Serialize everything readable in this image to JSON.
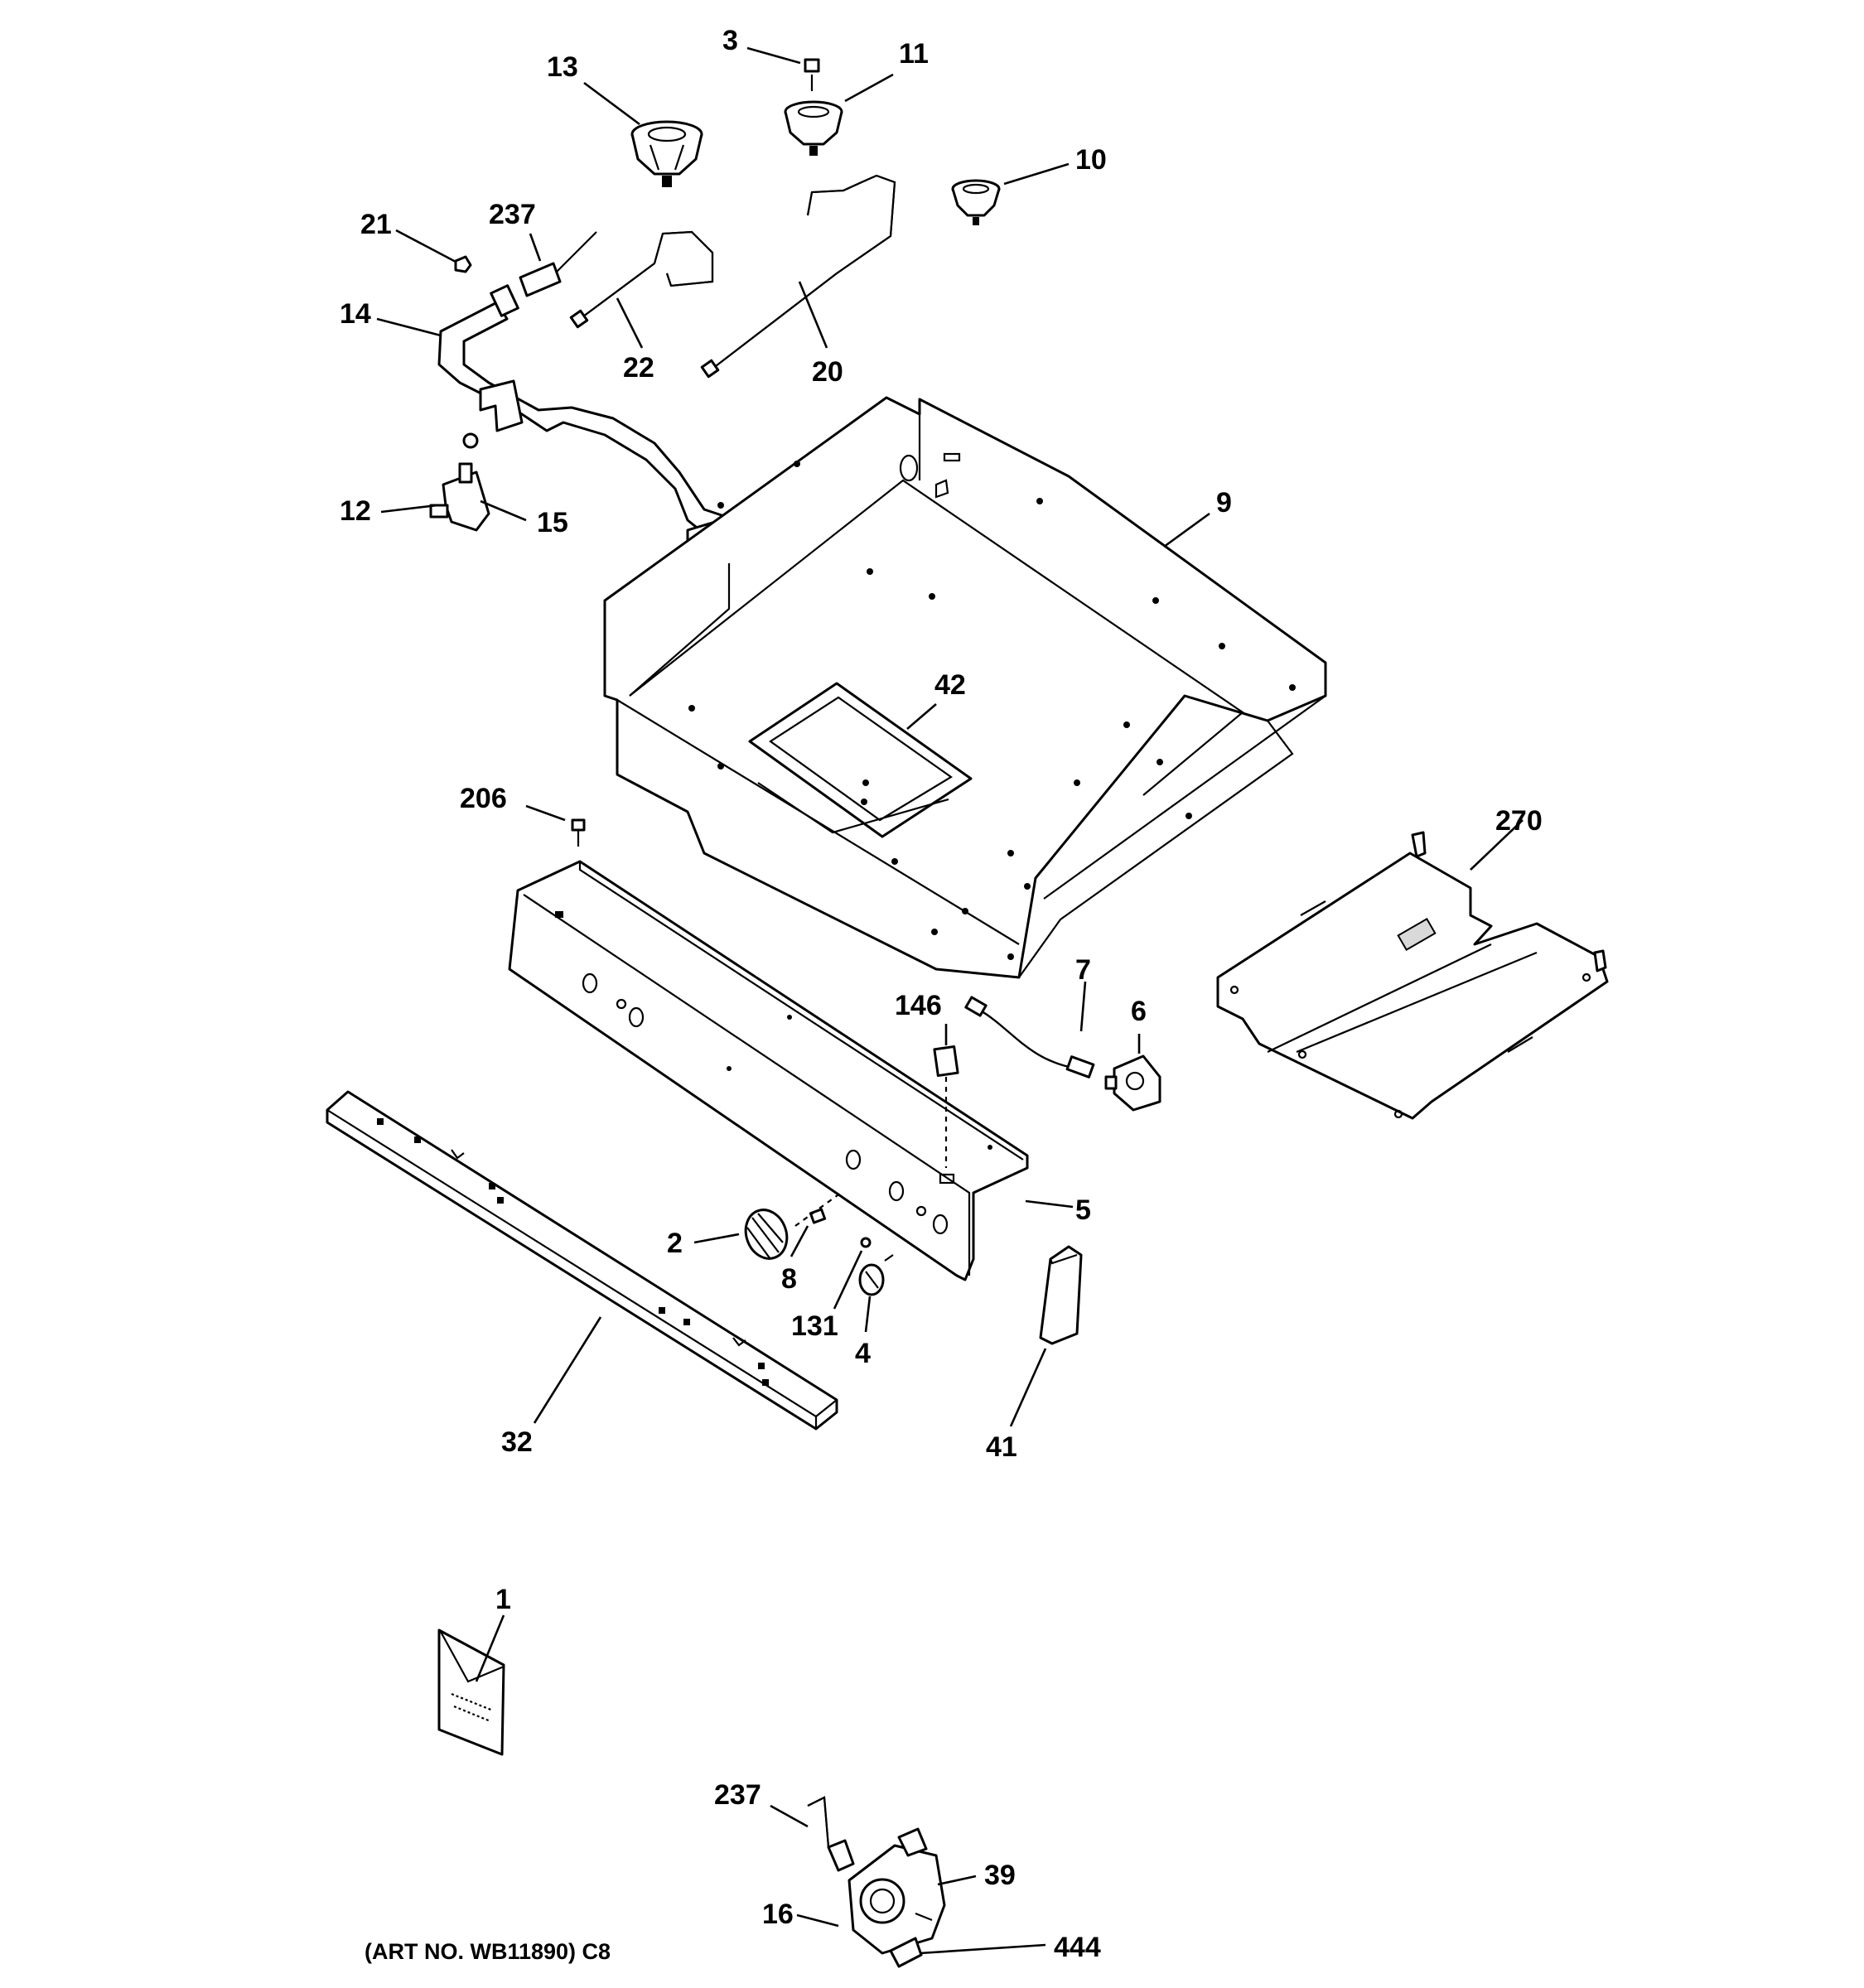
{
  "callouts": {
    "c1": "1",
    "c2": "2",
    "c3": "3",
    "c4": "4",
    "c5": "5",
    "c6": "6",
    "c7": "7",
    "c8": "8",
    "c9": "9",
    "c10": "10",
    "c11": "11",
    "c12": "12",
    "c13": "13",
    "c14": "14",
    "c15": "15",
    "c16": "16",
    "c20": "20",
    "c21": "21",
    "c22": "22",
    "c32": "32",
    "c39": "39",
    "c41": "41",
    "c42": "42",
    "c131": "131",
    "c146": "146",
    "c206": "206",
    "c237a": "237",
    "c237b": "237",
    "c270": "270",
    "c444": "444"
  },
  "art_number": "(ART NO. WB11890) C8"
}
